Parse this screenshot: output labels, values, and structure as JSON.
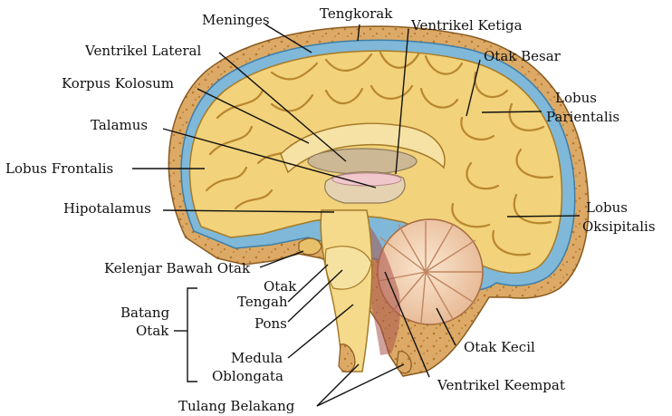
{
  "labels": {
    "meninges": "Meninges",
    "tengkorak": "Tengkorak",
    "ventrikel_ketiga": "Ventrikel Ketiga",
    "ventrikel_lateral": "Ventrikel Lateral",
    "otak_besar": "Otak Besar",
    "korpus_kolosum": "Korpus  Kolosum",
    "lobus_parientalis_1": "Lobus",
    "lobus_parientalis_2": "Parientalis",
    "talamus": "Talamus",
    "lobus_frontalis": "Lobus Frontalis",
    "lobus_oksipitalis_1": "Lobus",
    "lobus_oksipitalis_2": "Oksipitalis",
    "hipotalamus": "Hipotalamus",
    "kelenjar_bawah_otak": "Kelenjar Bawah Otak",
    "otak_tengah_1": "Otak",
    "otak_tengah_2": "Tengah",
    "batang_otak_1": "Batang",
    "batang_otak_2": "Otak",
    "pons": "Pons",
    "medula_oblongata_1": "Medula",
    "medula_oblongata_2": "Oblongata",
    "otak_kecil": "Otak Kecil",
    "ventrikel_keempat": "Ventrikel  Keempat",
    "tulang_belakang": "Tulang  Belakang"
  },
  "colors": {
    "skull": "#d9a35c",
    "skull_spots": "#b5782f",
    "csf_blue": "#7fb8d8",
    "brain": "#f2d27a",
    "brain_dark": "#c99a3a",
    "cerebellum": "#f3d2b4",
    "cerebellum_line": "#c08560",
    "brainstem": "#f4da8a",
    "inner": "#cdb896",
    "leader": "#111111"
  }
}
